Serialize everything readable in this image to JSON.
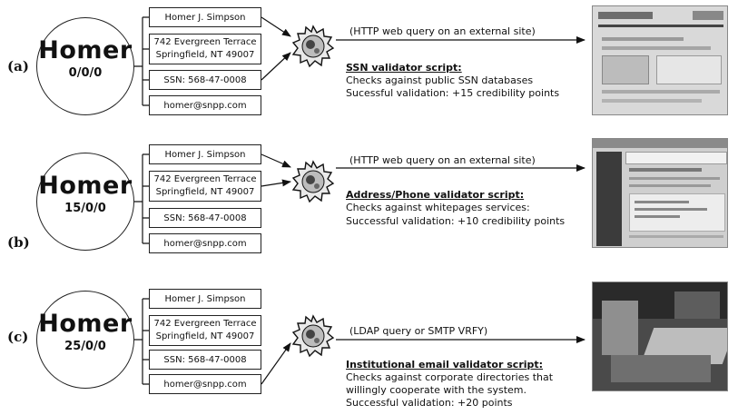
{
  "panels": [
    {
      "label": "(a)",
      "person": {
        "name": "Homer",
        "score": "0/0/0"
      },
      "fields": {
        "name": "Homer J. Simpson",
        "address_line1": "742 Evergreen Terrace",
        "address_line2": "Springfield, NT 49007",
        "ssn": "SSN: 568-47-0008",
        "email": "homer@snpp.com"
      },
      "query_text": "(HTTP web query on an external site)",
      "script_title": "SSN validator script:",
      "script_lines": [
        "Checks against public SSN databases",
        "Sucessful validation: +15 credibility points"
      ]
    },
    {
      "label": "(b)",
      "person": {
        "name": "Homer",
        "score": "15/0/0"
      },
      "fields": {
        "name": "Homer J. Simpson",
        "address_line1": "742 Evergreen Terrace",
        "address_line2": "Springfield, NT 49007",
        "ssn": "SSN: 568-47-0008",
        "email": "homer@snpp.com"
      },
      "query_text": "(HTTP web query on an external site)",
      "script_title": "Address/Phone validator script:",
      "script_lines": [
        "Checks against whitepages services:",
        "Successful validation: +10 credibility points"
      ]
    },
    {
      "label": "(c)",
      "person": {
        "name": "Homer",
        "score": "25/0/0"
      },
      "fields": {
        "name": "Homer J. Simpson",
        "address_line1": "742 Evergreen Terrace",
        "address_line2": "Springfield, NT 49007",
        "ssn": "SSN: 568-47-0008",
        "email": "homer@snpp.com"
      },
      "query_text": "(LDAP query or SMTP VRFY)",
      "script_title": "Institutional email validator script:",
      "script_lines": [
        "Checks against corporate directories that",
        "willingly cooperate with the system.",
        "Successful validation: +20 points"
      ]
    }
  ],
  "icons": {
    "gear": "gear-icon"
  },
  "colors": {
    "ink": "#111111",
    "screenshot_gray": "#c8c8c8",
    "photo_dark": "#3a3a3a"
  }
}
